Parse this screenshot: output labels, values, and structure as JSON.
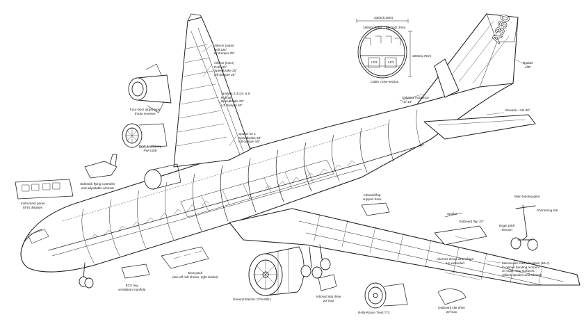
{
  "labels": {
    "aileron_outer": "Aileron (outer)\nRoll ±25°\nlift dumper 25°",
    "aileron_inner": "Aileron (inner)\nRoll ±25°\nSpeedbrake 25°\nLift dumper 25°",
    "spoilers_2_6": "Spoilers 2,3,4,5, & 6\nRoll 50°\nSpeedbrake 30°\nLift dumper 50°",
    "spoiler_1": "Spoiler for 1\nSpeedbrake 30°\nLift damper 50°",
    "thrust_reverser": "Four-door target-type\nthrust reverser",
    "pw_engine": "Pratt & Whitney\nPW 4168",
    "sidestick": "Sidestick flying controller\nand adjustable armrest",
    "instrument_panel": "Instrument panel\nEFIS displays",
    "ecs_pack": "ECS pack\n(two off, left shown, right similar)",
    "ecs_bay": "ECS bay\nventilation manifold",
    "ge_engine": "General Electric CF6-80E1",
    "inboard_slat": "Inboard slat drive\n23°max",
    "rr_engine": "Rolls-Royce Trent 772",
    "outboard_slat": "Outboard slat drive\n20°max",
    "inboard_flap_track": "Inboard flap\nsupport track",
    "spoiler": "Spoiler",
    "outboard_flap": "Outboard flap 33°",
    "aileron_droop": "Ailerons droop when flaps\nare extended",
    "mla": "Manoeuvre load alleviation (MLA)\nto relieve bending moment\non outer wing surfaces,\nutilises spoilers and ailerons",
    "main_gear": "Main landing gear",
    "shortening_link": "Shortening link",
    "bogie_pitch": "Bogie pitch\ntrimmer",
    "tailplane": "Tailplane incidence\n+2/-13°",
    "elevator": "Elevator +15/-30°",
    "rudder": "Rudder\n±30°",
    "cabin_cross_section": "Cabin cross-section",
    "cabin_width": "208in(5.28m)",
    "cabin_inner_left": "186in(4.72m)",
    "cabin_inner_right": "91.7in(2.33m)",
    "cabin_height": "100in(1.75m)",
    "ld3_left": "LD3",
    "ld3_right": "LD3",
    "tail_logo": "A330"
  },
  "colors": {
    "ink": "#111111",
    "paper": "#ffffff",
    "line": "#222222"
  }
}
